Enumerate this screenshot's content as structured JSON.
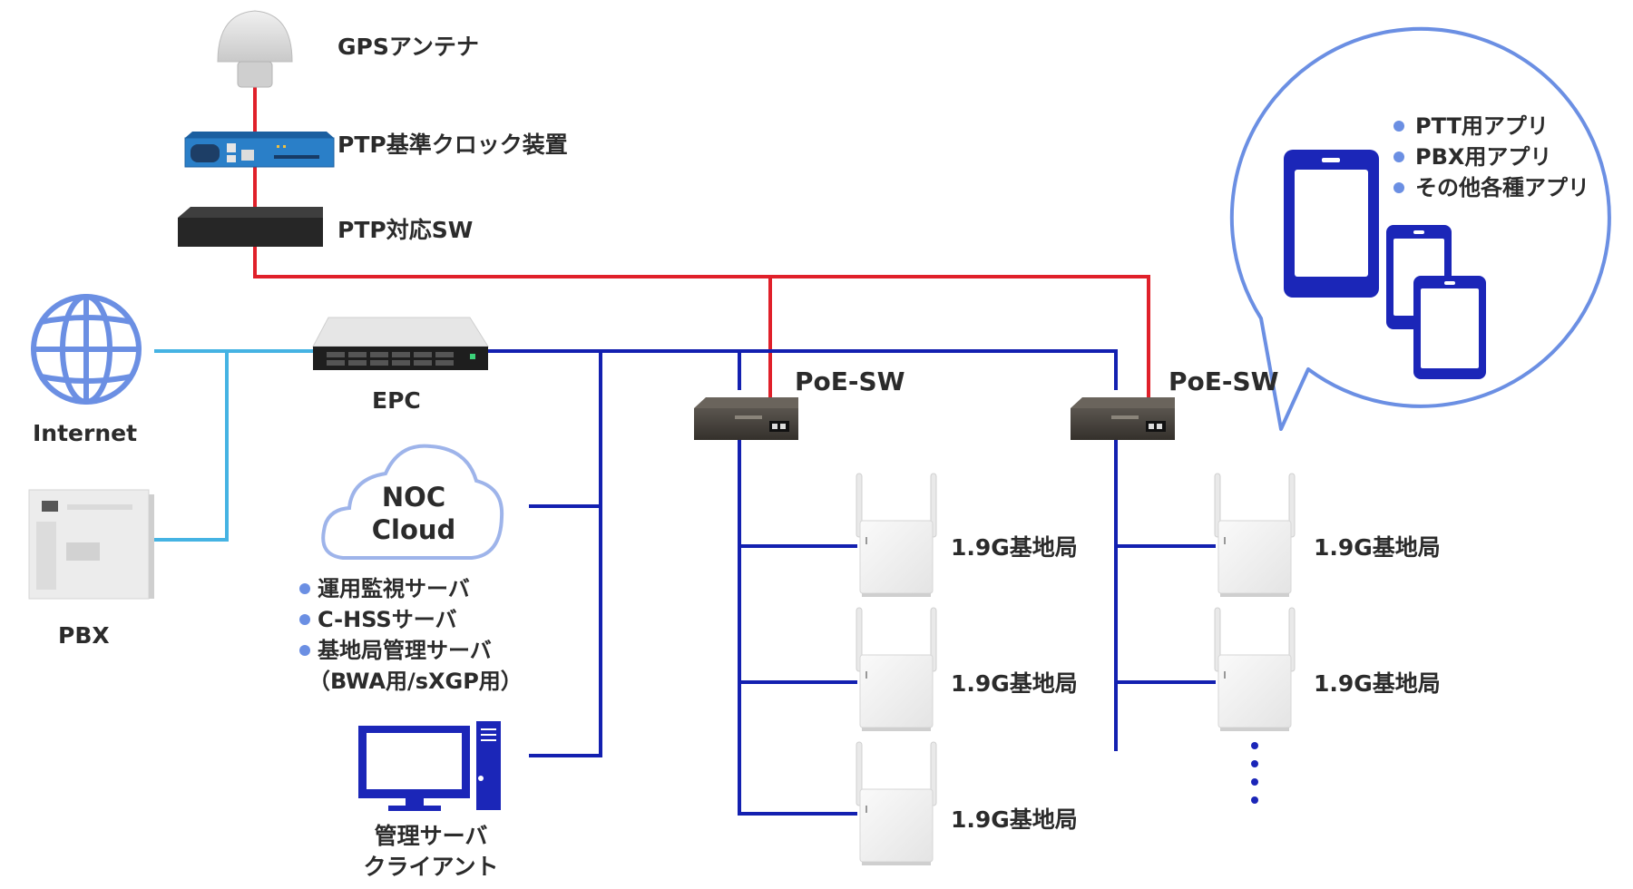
{
  "colors": {
    "ptp_line": "#e0202a",
    "lan_line": "#1320b0",
    "wan_line": "#45b3e3",
    "accent_blue": "#6b8fe3",
    "device_blue": "#1b26b8"
  },
  "labels": {
    "gps": "GPSアンテナ",
    "ptp_clock": "PTP基準クロック装置",
    "ptp_sw": "PTP対応SW",
    "internet": "Internet",
    "pbx": "PBX",
    "epc": "EPC",
    "noc_cloud_line1": "NOC",
    "noc_cloud_line2": "Cloud",
    "poe_sw_1": "PoE-SW",
    "poe_sw_2": "PoE-SW",
    "mgmt_line1": "管理サーバ",
    "mgmt_line2": "クライアント"
  },
  "noc_services": [
    "運用監視サーバ",
    "C-HSSサーバ",
    "基地局管理サーバ",
    "（BWA用/sXGP用）"
  ],
  "base_stations_left": [
    "1.9G基地局",
    "1.9G基地局",
    "1.9G基地局"
  ],
  "base_stations_right": [
    "1.9G基地局",
    "1.9G基地局"
  ],
  "apps": [
    "PTT用アプリ",
    "PBX用アプリ",
    "その他各種アプリ"
  ],
  "icons": [
    "gps-antenna-icon",
    "ptp-clock-icon",
    "switch-icon",
    "globe-icon",
    "pbx-icon",
    "server-rack-icon",
    "cloud-icon",
    "poe-switch-icon",
    "base-station-icon",
    "monitor-icon",
    "tablet-icon",
    "ellipsis-icon"
  ]
}
